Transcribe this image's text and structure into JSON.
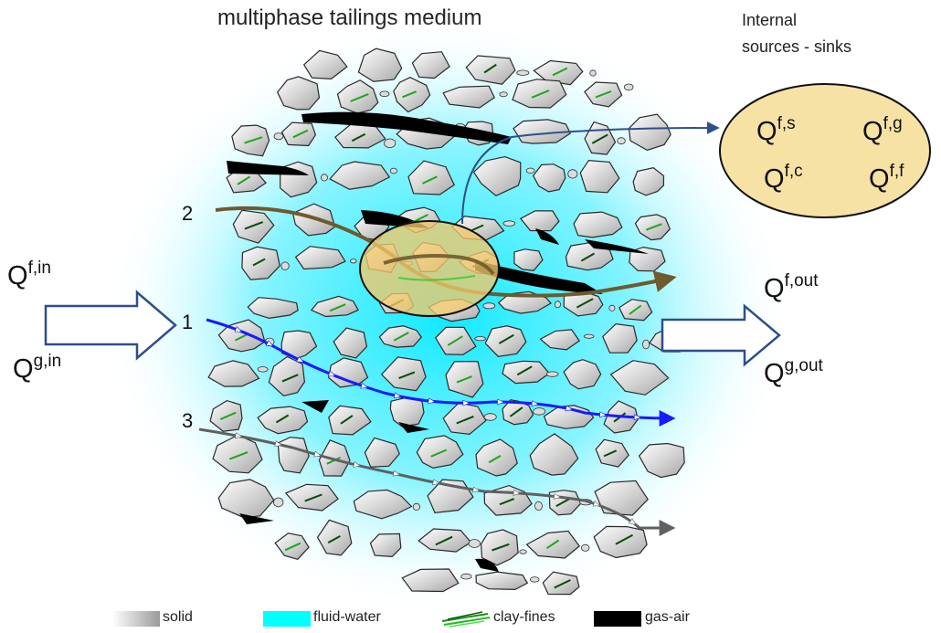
{
  "title": "multiphase tailings medium",
  "sources_sinks": {
    "title_line1": "Internal",
    "title_line2": "sources - sinks",
    "terms": [
      {
        "base": "Q",
        "sup": "f,s"
      },
      {
        "base": "Q",
        "sup": "f,g"
      },
      {
        "base": "Q",
        "sup": "f,c"
      },
      {
        "base": "Q",
        "sup": "f,f"
      }
    ],
    "fill_color": "#f7e2a6"
  },
  "inflow": {
    "fluid": {
      "base": "Q",
      "sup": "f,in"
    },
    "gas": {
      "base": "Q",
      "sup": "g,in"
    }
  },
  "outflow": {
    "fluid": {
      "base": "Q",
      "sup": "f,out"
    },
    "gas": {
      "base": "Q",
      "sup": "g,out"
    }
  },
  "paths": [
    {
      "label": "1",
      "color": "#1a1aff"
    },
    {
      "label": "2",
      "color": "#6e5a2e"
    },
    {
      "label": "3",
      "color": "#606060"
    }
  ],
  "legend": [
    {
      "label": "solid",
      "icon": "gray-gradient-swatch"
    },
    {
      "label": "fluid-water",
      "icon": "cyan-swatch",
      "color": "#00ffff"
    },
    {
      "label": "clay-fines",
      "icon": "green-streak-swatch",
      "color": "#22bb22"
    },
    {
      "label": "gas-air",
      "icon": "black-swatch",
      "color": "#000000"
    }
  ]
}
